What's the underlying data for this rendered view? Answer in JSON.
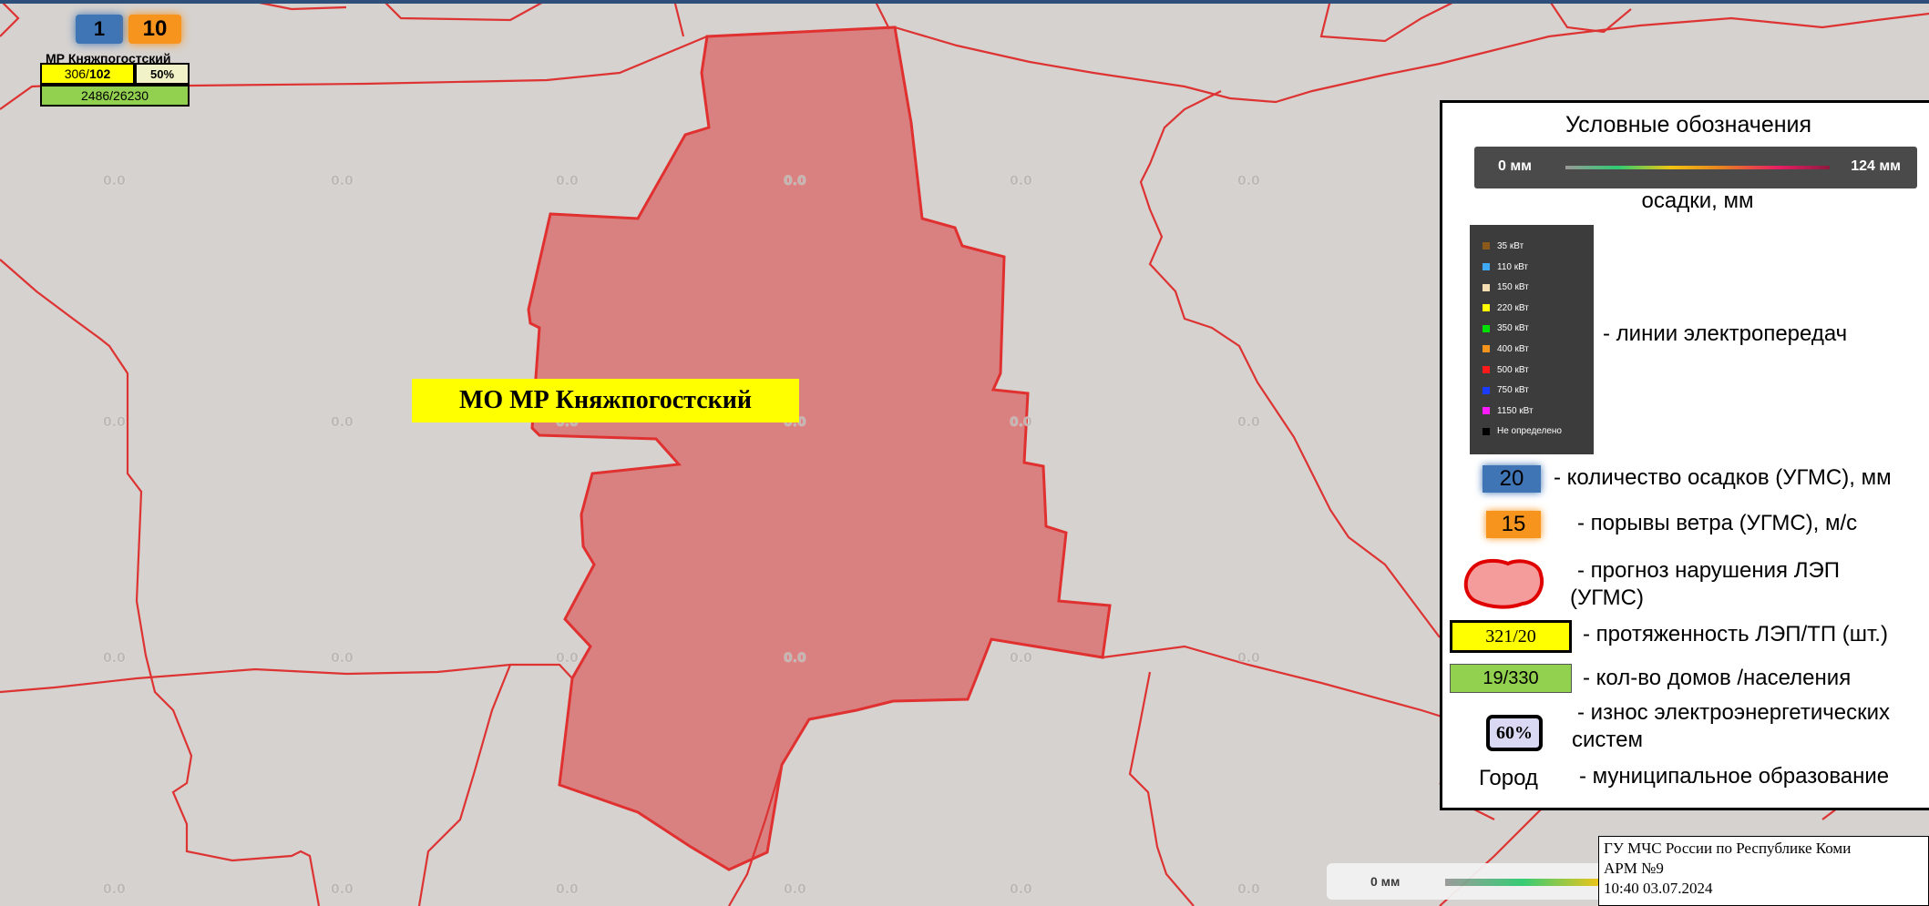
{
  "map": {
    "region_label": "МО МР Княжпогостский",
    "grid_value": "0.0"
  },
  "info_block": {
    "precip_value": "1",
    "wind_value": "10",
    "name": "МР Княжпогостский",
    "lines_value": "306/",
    "tp_value": "102",
    "wear_value": "50%",
    "houses_value": "2486/26230"
  },
  "legend": {
    "title": "Условные обозначения",
    "precip_scale_min": "0 мм",
    "precip_scale_max": "124 мм",
    "precip_caption": "осадки, мм",
    "voltage_items": [
      {
        "label": "35 кВт",
        "color": "#8b5a1a"
      },
      {
        "label": "110 кВт",
        "color": "#3fa9f5"
      },
      {
        "label": "150 кВт",
        "color": "#f5deb3"
      },
      {
        "label": "220 кВт",
        "color": "#ffff00"
      },
      {
        "label": "350 кВт",
        "color": "#00e000"
      },
      {
        "label": "400 кВт",
        "color": "#f7941d"
      },
      {
        "label": "500 кВт",
        "color": "#ff1a1a"
      },
      {
        "label": "750 кВт",
        "color": "#1a3cff"
      },
      {
        "label": "1150 кВт",
        "color": "#ff1aff"
      },
      {
        "label": "Не определено",
        "color": "#000000"
      }
    ],
    "power_lines_text": "- линии электропередач",
    "precip_sample": "20",
    "precip_text": "- количество осадков (УГМС), мм",
    "wind_sample": "15",
    "wind_text": "- порывы ветра (УГМС), м/с",
    "forecast_text_1": "- прогноз нарушения ЛЭП",
    "forecast_text_2": "(УГМС)",
    "lines_sample": "321/20",
    "lines_text": "- протяженность ЛЭП/ТП (шт.)",
    "houses_sample": "19/330",
    "houses_text": "- кол-во домов /населения",
    "wear_text_1": "- износ электроэнергетических",
    "wear_text_2": "систем",
    "wear_sample": "60%",
    "city_sample": "Город",
    "city_text": "- муниципальное образование"
  },
  "bottom_scale": {
    "min": "0 мм"
  },
  "source": {
    "line1": "ГУ МЧС России по Республике Коми",
    "line2": "АРМ №9",
    "line3": "10:40  03.07.2024"
  },
  "colors": {
    "highlight_fill": "#d98080",
    "highlight_stroke": "#e03030",
    "boundary_stroke": "#dd3333",
    "map_background": "#d6d2cf"
  }
}
